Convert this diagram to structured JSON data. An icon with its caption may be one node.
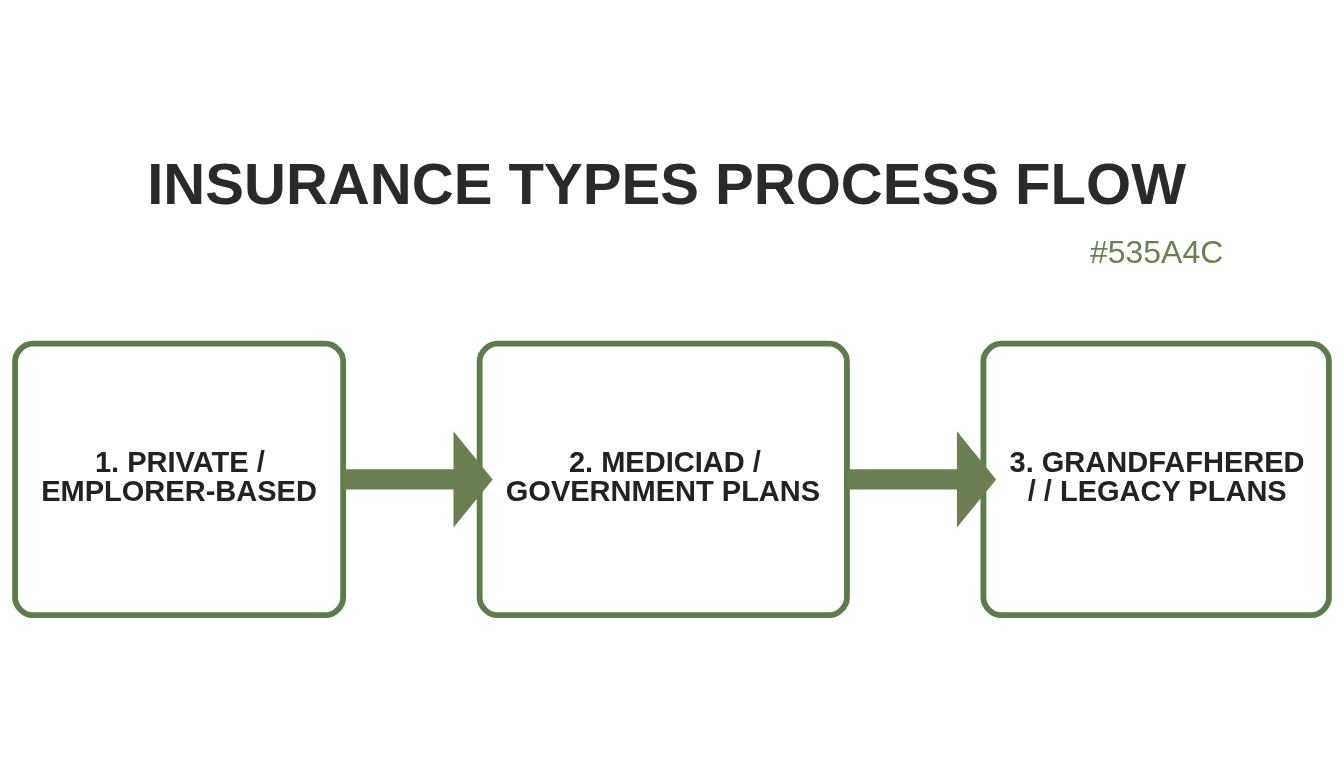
{
  "diagram": {
    "title": "INSURANCE TYPES PROCESS FLOW",
    "nodes": [
      {
        "text": [
          "1. PRIVATE / EMPLORER-BASED"
        ]
      },
      {
        "text": [
          "2. MEDICIAD / GOVERNMENT PLANS"
        ]
      },
      {
        "text": [
          "3. GRANDFAFHERED / / LEGACY PLANS"
        ]
      }
    ],
    "edges": [
      {
        "from": 0,
        "to": 1,
        "arrow": "to"
      },
      {
        "from": 1,
        "to": 2,
        "arrow": "to"
      }
    ],
    "labels": [
      "#535A4C"
    ]
  }
}
